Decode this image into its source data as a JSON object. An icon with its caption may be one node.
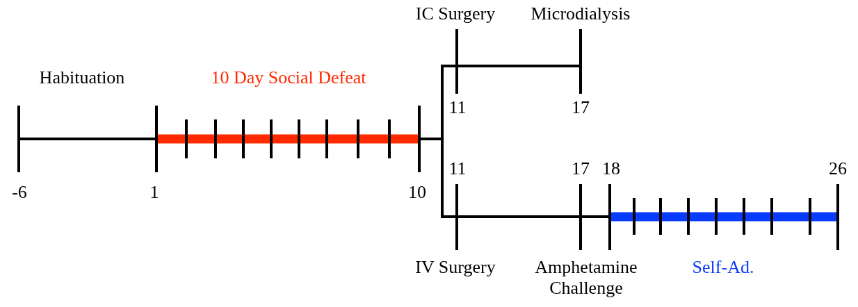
{
  "diagram": {
    "labels": [
      "IC Surgery",
      "Microdialysis",
      "Habituation",
      "10 Day Social Defeat",
      "11",
      "17",
      "-6",
      "1",
      "10",
      "11",
      "17",
      "18",
      "26",
      "IV Surgery",
      "Amphetamine Challenge",
      "Self-Ad."
    ]
  }
}
